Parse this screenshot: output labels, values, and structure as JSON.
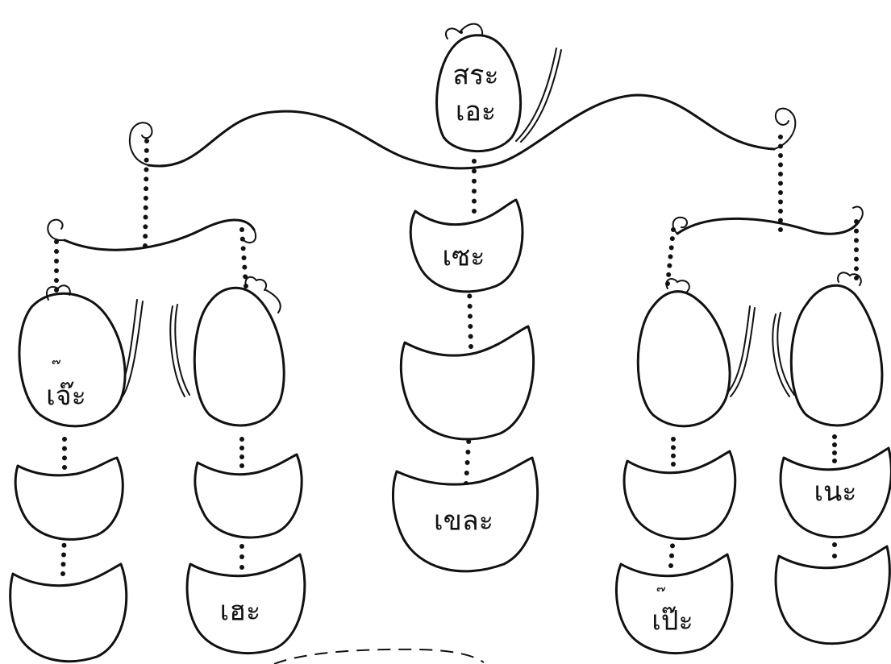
{
  "labels": {
    "title_line1": "สระ",
    "title_line2": "เอะ",
    "left_rat": "เจ๊ะ",
    "left_rat_tone": "๊",
    "mid_seed_1": "เซะ",
    "mid_seed_3": "เขละ",
    "left2_seed_2": "เฮะ",
    "right_seed_2": "เป๊ะ",
    "right2_seed_1": "เนะ"
  }
}
